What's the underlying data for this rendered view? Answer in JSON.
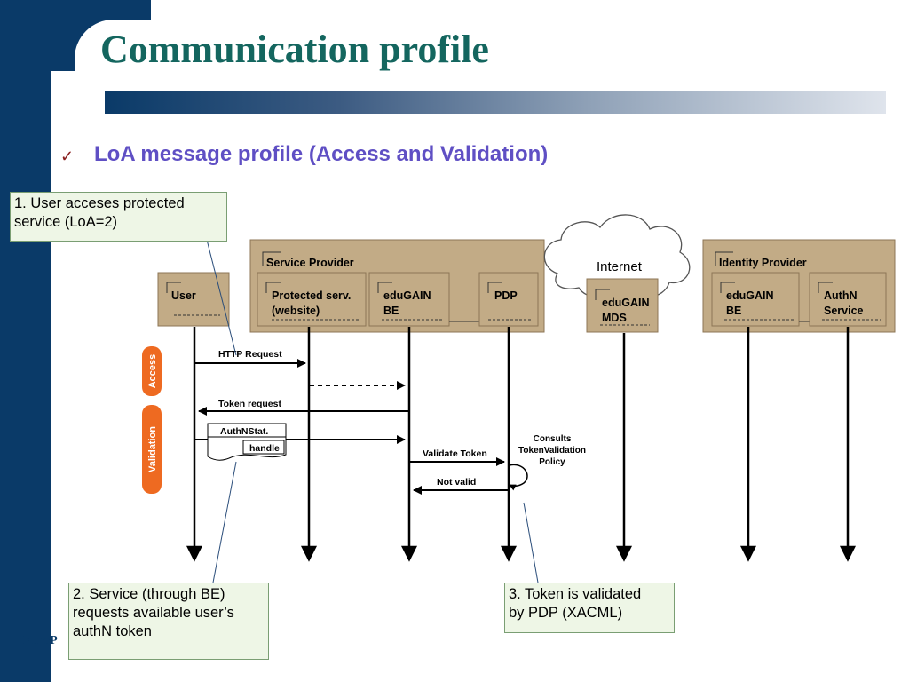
{
  "slide": {
    "title": "Communication profile",
    "bullet_text": "LoA message profile (Access and Validation)",
    "footer_fragment": "EuroP"
  },
  "diagram": {
    "groups": {
      "service_provider": "Service Provider",
      "identity_provider": "Identity Provider",
      "internet": "Internet"
    },
    "actors": {
      "user": "User",
      "protected_service": [
        "Protected serv.",
        "(website)"
      ],
      "edugain_be_sp": [
        "eduGAIN",
        "BE"
      ],
      "pdp": "PDP",
      "edugain_mds": [
        "eduGAIN",
        "MDS"
      ],
      "edugain_be_idp": [
        "eduGAIN",
        "BE"
      ],
      "authn_service": [
        "AuthN",
        "Service"
      ]
    },
    "phases": {
      "access": "Access",
      "validation": "Validation"
    },
    "messages": {
      "http_request": "HTTP Request",
      "token_request": "Token request",
      "authnstat": "AuthNStat.",
      "handle": "handle",
      "validate_token": "Validate Token",
      "not_valid": "Not valid",
      "consults_policy": [
        "Consults",
        "TokenValidation",
        "Policy"
      ]
    },
    "callouts": {
      "step1": "1. User acceses protected\n service (LoA=2)",
      "step2": "2. Service (through BE)\nrequests available user’s\nauthN token",
      "step3": "3. Token is validated\nby PDP (XACML)"
    },
    "colors": {
      "box_fill": "#c2ab86",
      "box_border": "#8c7655",
      "phase_orange": "#ee6a21",
      "title_teal": "#14665f",
      "subtitle_purple": "#5f4fc4",
      "navy": "#0a3a68"
    }
  }
}
